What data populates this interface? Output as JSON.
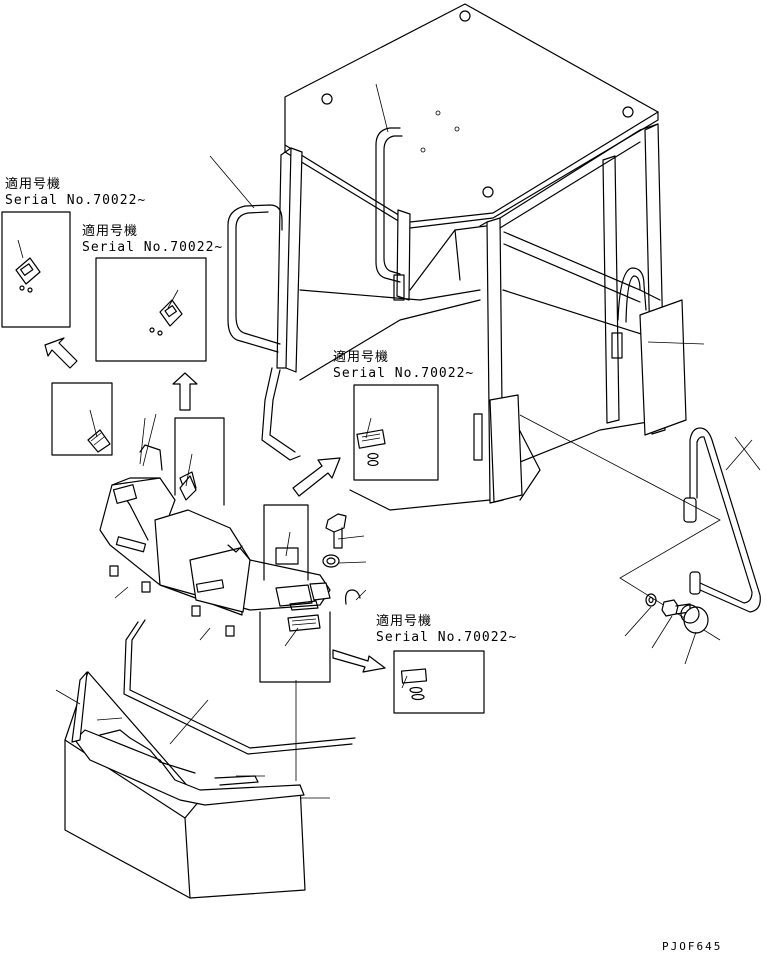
{
  "callouts": [
    {
      "line1": "適用号機",
      "line2": "Serial No.70022~"
    },
    {
      "line1": "適用号機",
      "line2": "Serial No.70022~"
    },
    {
      "line1": "適用号機",
      "line2": "Serial No.70022~"
    },
    {
      "line1": "適用号機",
      "line2": "Serial No.70022~"
    }
  ],
  "drawing_code": "PJOF645"
}
